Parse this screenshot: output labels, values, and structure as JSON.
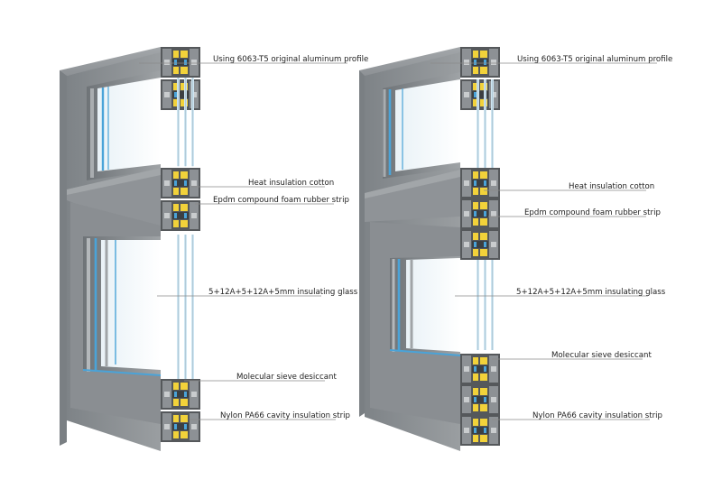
{
  "colors": {
    "frame": "#8b9094",
    "frame_dark": "#6e7377",
    "frame_light": "#a7abae",
    "profile_section": "#4a4d50",
    "glass_edge": "#4aa3d8",
    "glass_pale": "#cfe6f2",
    "insulation_yellow": "#f2d23a",
    "leader": "#8a8a8a"
  },
  "icons": {
    "section_profile": "aluminum-profile-section-icon",
    "glass_unit": "insulating-glass-unit-icon"
  },
  "left_diagram": {
    "callouts": {
      "profile": "Using 6063-T5 original aluminum profile",
      "cotton": "Heat insulation cotton",
      "epdm": "Epdm compound foam rubber strip",
      "glass": "5+12A+5+12A+5mm insulating glass",
      "desiccant": "Molecular sieve desiccant",
      "nylon": "Nylon PA66 cavity insulation strip"
    }
  },
  "right_diagram": {
    "callouts": {
      "profile": "Using 6063-T5 original aluminum profile",
      "cotton": "Heat insulation cotton",
      "epdm": "Epdm compound foam rubber strip",
      "glass": "5+12A+5+12A+5mm insulating glass",
      "desiccant": "Molecular sieve desiccant",
      "nylon": "Nylon PA66 cavity insulation strip"
    }
  }
}
